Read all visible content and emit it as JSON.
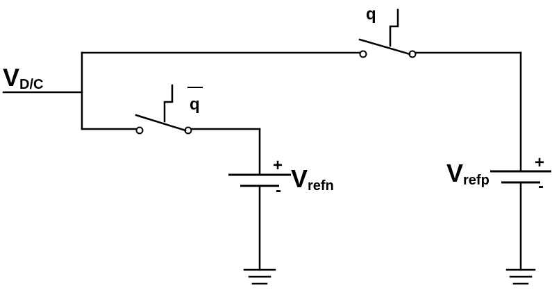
{
  "labels": {
    "vdc": {
      "main": "V",
      "sub": "D/C"
    },
    "q_top": "q",
    "q_bar": "q",
    "vrefn": {
      "main": "V",
      "sub": "refn"
    },
    "vrefp": {
      "main": "V",
      "sub": "refp"
    },
    "plus": "+",
    "minus": "-"
  }
}
